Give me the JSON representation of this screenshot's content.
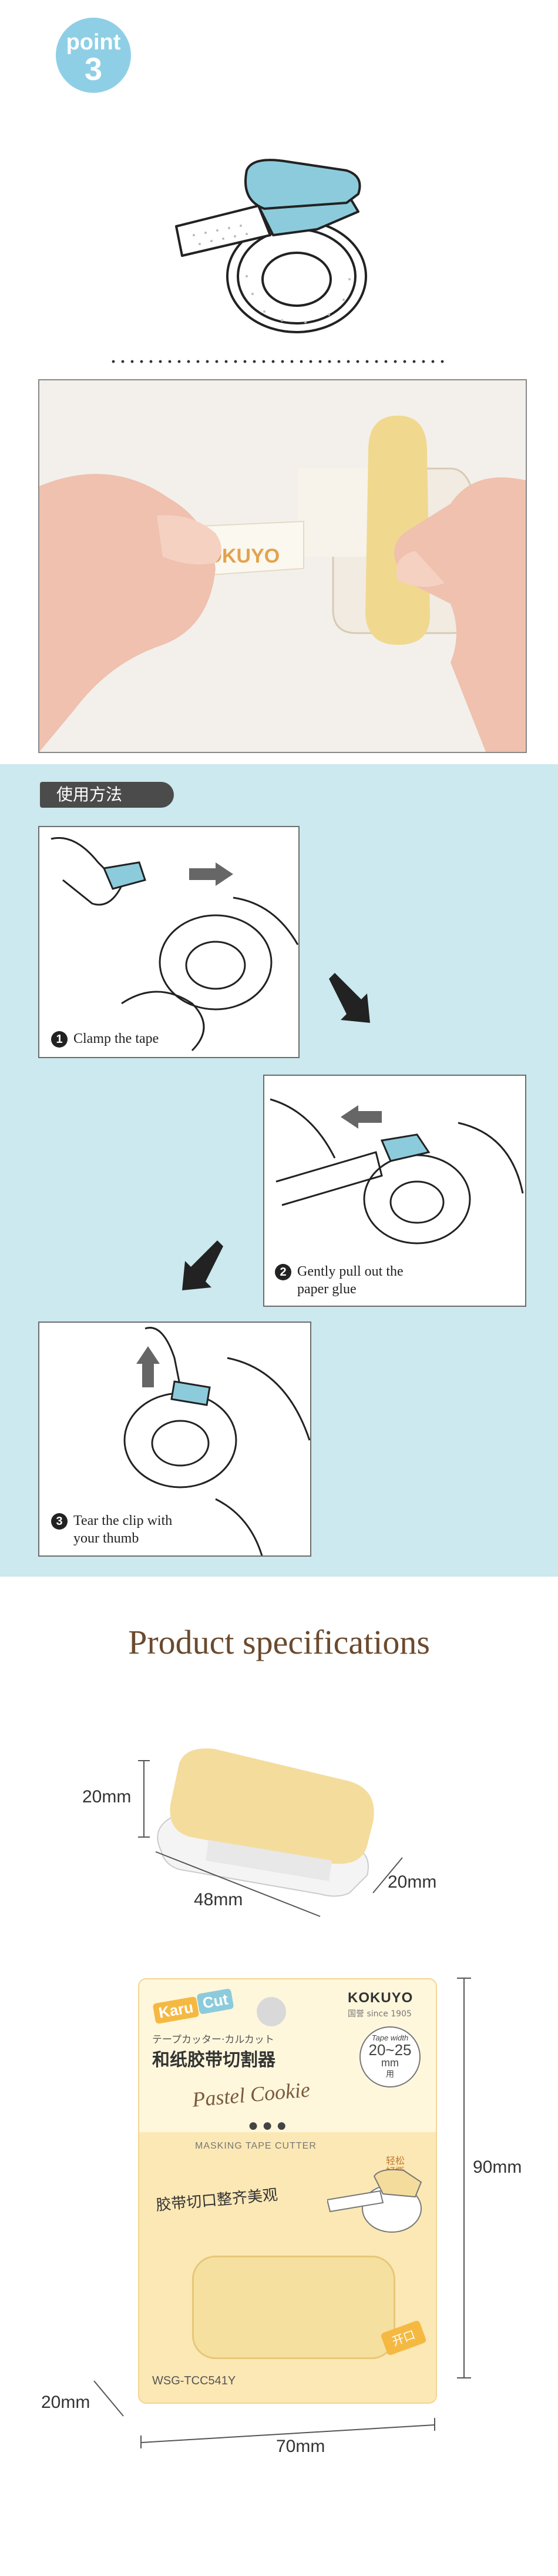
{
  "badge": {
    "word": "point",
    "number": "3"
  },
  "photo": {
    "brand": "KOKUYO"
  },
  "howto": {
    "title": "使用方法",
    "steps": [
      {
        "num": "1",
        "line1": "Clamp the tape",
        "line2": ""
      },
      {
        "num": "2",
        "line1": "Gently pull out the",
        "line2": "paper glue"
      },
      {
        "num": "3",
        "line1": "Tear the clip with",
        "line2": "your thumb"
      }
    ]
  },
  "specs": {
    "title": "Product specifications",
    "cutter_dims": {
      "height": "20mm",
      "length": "48mm",
      "width": "20mm"
    },
    "package_dims": {
      "height": "90mm",
      "depth": "20mm",
      "width": "70mm"
    }
  },
  "package": {
    "brand_logo": "KOKUYO",
    "brand_cn": "国誉",
    "since": "since 1905",
    "series_badge_1": "Karu",
    "series_badge_2": "Cut",
    "jp_name": "テープカッター·カルカット",
    "cn_name": "和纸胶带切割器",
    "range_label": "Tape width",
    "range": "20~25",
    "range_unit": "mm",
    "range_cn": "用",
    "product_script": "Pastel Cookie",
    "subtitle": "MASKING TAPE CUTTER",
    "slogan": "胶带切口整齐美观",
    "sticker": "轻松好撕",
    "corner_tag": "开口",
    "model": "WSG-TCC541Y"
  },
  "colors": {
    "howto_bg": "#cbe9ee",
    "badge": "#8fcfe6",
    "accent_blue": "#8ccbdc",
    "cutter_yellow": "#f4dc9c",
    "title_brown": "#6b4a2e"
  }
}
